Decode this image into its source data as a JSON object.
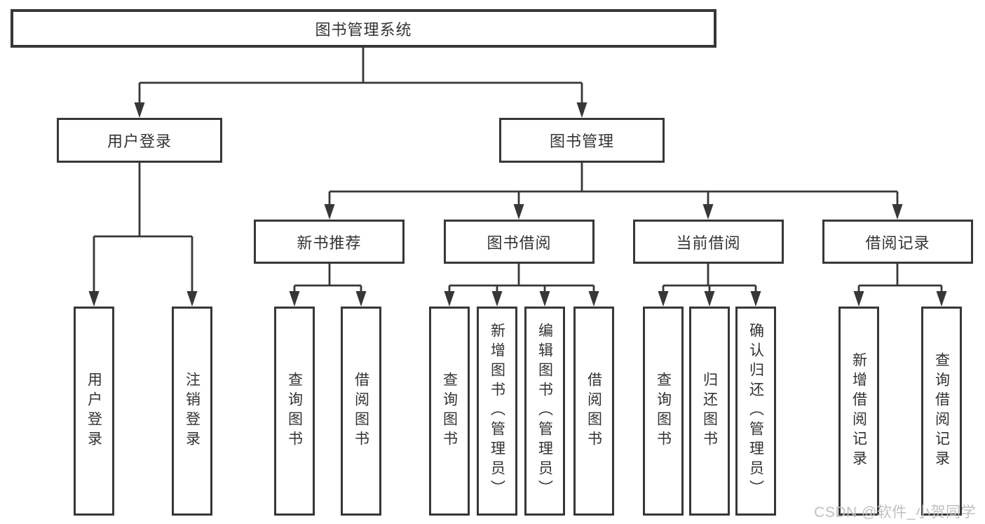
{
  "root": {
    "label": "图书管理系统"
  },
  "login": {
    "label": "用户登录",
    "children": [
      "用户登录",
      "注销登录"
    ]
  },
  "management": {
    "label": "图书管理"
  },
  "sections": [
    {
      "label": "新书推荐",
      "children": [
        "查询图书",
        "借阅图书"
      ]
    },
    {
      "label": "图书借阅",
      "children": [
        "查询图书",
        "新增图书（管理员）",
        "编辑图书（管理员）",
        "借阅图书"
      ]
    },
    {
      "label": "当前借阅",
      "children": [
        "查询图书",
        "归还图书",
        "确认归还（管理员）"
      ]
    },
    {
      "label": "借阅记录",
      "children": [
        "新增借阅记录",
        "查询借阅记录"
      ]
    }
  ],
  "watermark": "CSDN @软件_小贺同学",
  "colors": {
    "line": "#373737",
    "text": "#333333",
    "watermark": "#bcc0c6",
    "background": "#ffffff"
  }
}
